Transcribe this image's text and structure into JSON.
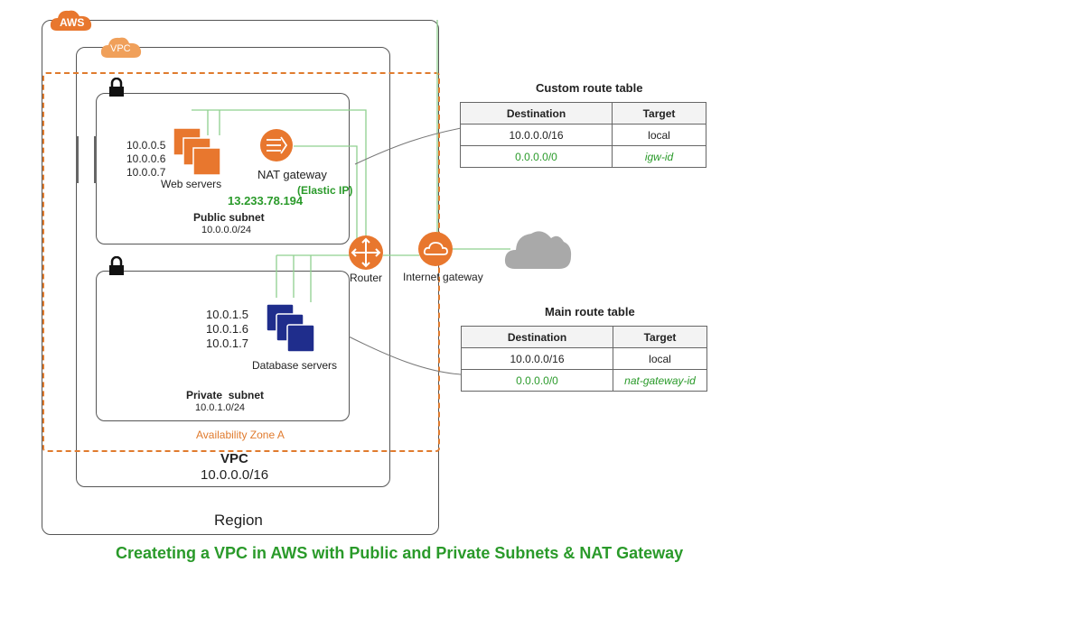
{
  "badges": {
    "aws": "AWS",
    "vpc": "VPC"
  },
  "region": {
    "label": "Region"
  },
  "vpc": {
    "title": "VPC",
    "cidr": "10.0.0.0/16"
  },
  "availability_zone": {
    "label": "Availability Zone A"
  },
  "public_subnet": {
    "title": "Public subnet",
    "cidr": "10.0.0.0/24",
    "ips": [
      "10.0.0.5",
      "10.0.0.6",
      "10.0.0.7"
    ],
    "servers_label": "Web servers",
    "nat_label": "NAT gateway",
    "elastic_ip_label": "(Elastic IP)",
    "elastic_ip": "13.233.78.194"
  },
  "private_subnet": {
    "title": "Private  subnet",
    "cidr": "10.0.1.0/24",
    "ips": [
      "10.0.1.5",
      "10.0.1.6",
      "10.0.1.7"
    ],
    "servers_label": "Database servers"
  },
  "router_label": "Router",
  "igw_label": "Internet gateway",
  "custom_route_table": {
    "title": "Custom route table",
    "headers": [
      "Destination",
      "Target"
    ],
    "rows": [
      [
        "10.0.0.0/16",
        "local"
      ],
      [
        "0.0.0.0/0",
        "igw-id"
      ]
    ]
  },
  "main_route_table": {
    "title": "Main route table",
    "headers": [
      "Destination",
      "Target"
    ],
    "rows": [
      [
        "10.0.0.0/16",
        "local"
      ],
      [
        "0.0.0.0/0",
        "nat-gateway-id"
      ]
    ]
  },
  "caption": "Createting a VPC in AWS with Public and Private Subnets & NAT Gateway",
  "colors": {
    "orange": "#e8772e",
    "navy": "#1f2d8c",
    "green": "#2a9a2a",
    "wire": "#8fd08f",
    "cloud": "#a9a9a9"
  }
}
